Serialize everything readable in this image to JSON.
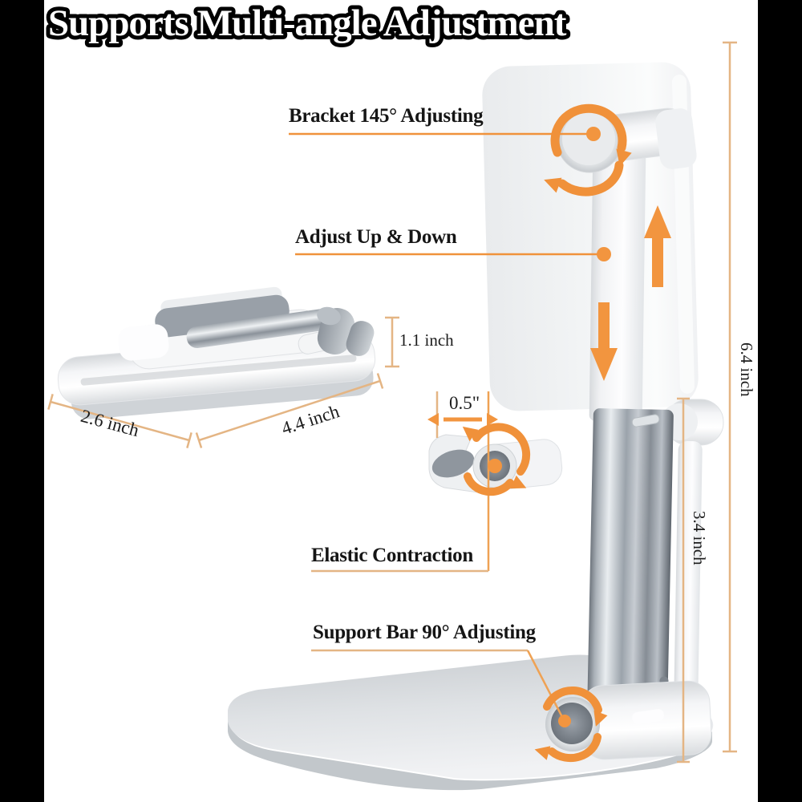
{
  "title": "Supports Multi-angle Adjustment",
  "callouts": {
    "bracket": {
      "label": "Bracket 145° Adjusting"
    },
    "adjust": {
      "label": "Adjust Up & Down"
    },
    "elastic": {
      "label": "Elastic Contraction"
    },
    "support_bar": {
      "label": "Support Bar 90° Adjusting"
    }
  },
  "measurements": {
    "folded_height": "1.1 inch",
    "folded_depth": "2.6 inch",
    "folded_length": "4.4 inch",
    "hook_depth": "0.5\"",
    "total_height": "6.4 inch",
    "lower_pole_height": "3.4 inch"
  },
  "colors": {
    "accent_orange": "#F0923B",
    "dimension_tan": "#E4B584",
    "label_text": "#151515",
    "background": "#FFFFFF",
    "side_bars": "#000000"
  },
  "icons": {
    "rotation_arrows": "circular-orange-arrows",
    "up_arrow": "▲",
    "down_arrow": "▼",
    "double_headed_arrow": "↔",
    "callout_dot": "●"
  }
}
